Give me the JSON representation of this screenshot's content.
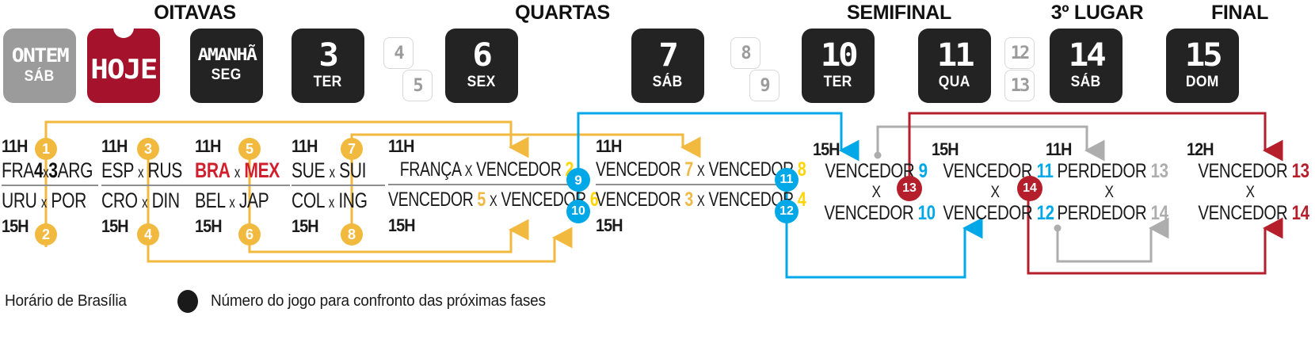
{
  "colors": {
    "amber": "#f2b93f",
    "yellow": "#ffd400",
    "blue": "#00a8e8",
    "dark_red": "#b51f2b",
    "gray": "#adadad",
    "card_dark": "#232323",
    "card_gray": "#9b9b9b",
    "card_red": "#a4122b",
    "team_red": "#d0202e"
  },
  "phases": [
    {
      "id": "oitavas",
      "label": "OITAVAS"
    },
    {
      "id": "quartas",
      "label": "QUARTAS"
    },
    {
      "id": "semifinal",
      "label": "SEMIFINAL"
    },
    {
      "id": "terceiro",
      "label": "3º LUGAR"
    },
    {
      "id": "final",
      "label": "FINAL"
    }
  ],
  "day_cards": [
    {
      "id": "ontem",
      "word": "ONTEM",
      "label": "SÁB",
      "style": "gray"
    },
    {
      "id": "hoje",
      "word": "HOJE",
      "label": "",
      "style": "red"
    },
    {
      "id": "amanha",
      "word": "AMANHÃ",
      "label": "SEG",
      "style": "dark"
    },
    {
      "id": "dia3",
      "num": "3",
      "label": "TER",
      "style": "dark"
    },
    {
      "id": "dia6",
      "num": "6",
      "label": "SEX",
      "style": "dark"
    },
    {
      "id": "dia7",
      "num": "7",
      "label": "SÁB",
      "style": "dark"
    },
    {
      "id": "dia10",
      "num": "10",
      "label": "TER",
      "style": "dark"
    },
    {
      "id": "dia11",
      "num": "11",
      "label": "QUA",
      "style": "dark"
    },
    {
      "id": "dia14",
      "num": "14",
      "label": "SÁB",
      "style": "dark"
    },
    {
      "id": "dia15",
      "num": "15",
      "label": "DOM",
      "style": "dark"
    }
  ],
  "ghost_days": [
    {
      "id": "g4",
      "num": "4"
    },
    {
      "id": "g5",
      "num": "5"
    },
    {
      "id": "g8",
      "num": "8"
    },
    {
      "id": "g9",
      "num": "9"
    },
    {
      "id": "g12",
      "num": "12"
    },
    {
      "id": "g13",
      "num": "13"
    }
  ],
  "round16": [
    {
      "top_time": "11H",
      "bottom_time": "15H",
      "top_badge": "1",
      "bottom_badge": "2",
      "top": {
        "home": "FRA",
        "score_home": "4",
        "away": "ARG",
        "score_away": "3",
        "played": true
      },
      "bottom": {
        "home": "URU",
        "away": "POR",
        "played": false
      }
    },
    {
      "top_time": "11H",
      "bottom_time": "15H",
      "top_badge": "3",
      "bottom_badge": "4",
      "top": {
        "home": "ESP",
        "away": "RUS",
        "played": false
      },
      "bottom": {
        "home": "CRO",
        "away": "DIN",
        "played": false
      }
    },
    {
      "top_time": "11H",
      "bottom_time": "15H",
      "top_badge": "5",
      "bottom_badge": "6",
      "top": {
        "home": "BRA",
        "away": "MEX",
        "highlight": true,
        "played": false
      },
      "bottom": {
        "home": "BEL",
        "away": "JAP",
        "played": false
      }
    },
    {
      "top_time": "11H",
      "bottom_time": "15H",
      "top_badge": "7",
      "bottom_badge": "8",
      "top": {
        "home": "SUE",
        "away": "SUI",
        "played": false
      },
      "bottom": {
        "home": "COL",
        "away": "ING",
        "played": false
      }
    }
  ],
  "quarters": [
    {
      "top_time": "11H",
      "bottom_time": "15H",
      "top_badge": "9",
      "bottom_badge": "10",
      "top": {
        "home_label": "FRANÇA",
        "home_num": "",
        "away_label": "VENCEDOR",
        "away_num": "2"
      },
      "bottom": {
        "home_label": "VENCEDOR",
        "home_num": "5",
        "away_label": "VENCEDOR",
        "away_num": "6"
      }
    },
    {
      "top_time": "11H",
      "bottom_time": "15H",
      "top_badge": "11",
      "bottom_badge": "12",
      "top": {
        "home_label": "VENCEDOR",
        "home_num": "7",
        "away_label": "VENCEDOR",
        "away_num": "8"
      },
      "bottom": {
        "home_label": "VENCEDOR",
        "home_num": "3",
        "away_label": "VENCEDOR",
        "away_num": "4"
      }
    }
  ],
  "semifinals": [
    {
      "time": "15H",
      "badge": "13",
      "line1_label": "VENCEDOR",
      "line1_num": "9",
      "sep": "X",
      "line2_label": "VENCEDOR",
      "line2_num": "10"
    },
    {
      "time": "15H",
      "badge": "14",
      "line1_label": "VENCEDOR",
      "line1_num": "11",
      "sep": "X",
      "line2_label": "VENCEDOR",
      "line2_num": "12"
    }
  ],
  "third_place": {
    "time": "11H",
    "line1_label": "PERDEDOR",
    "line1_num": "13",
    "sep": "X",
    "line2_label": "PERDEDOR",
    "line2_num": "14"
  },
  "final": {
    "time": "12H",
    "line1_label": "VENCEDOR",
    "line1_num": "13",
    "sep": "X",
    "line2_label": "VENCEDOR",
    "line2_num": "14"
  },
  "footer": {
    "timezone": "Horário de Brasília",
    "legend": "Número do jogo para confronto das próximas fases"
  }
}
